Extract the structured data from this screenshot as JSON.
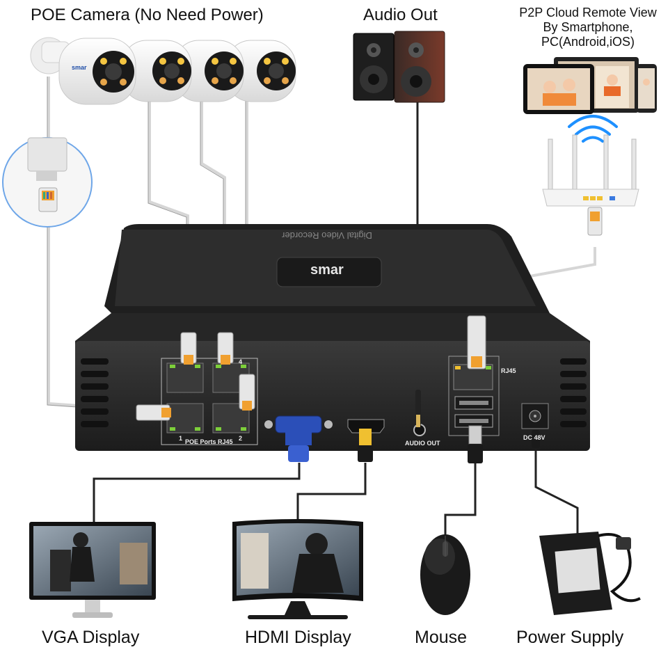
{
  "labels": {
    "poe_camera": "POE Camera (No Need Power)",
    "audio_out": "Audio Out",
    "p2p": "P2P Cloud Remote View By Smartphone, PC(Android,iOS)",
    "vga_display": "VGA Display",
    "hdmi_display": "HDMI Display",
    "mouse": "Mouse",
    "power_supply": "Power Supply"
  },
  "device": {
    "brand": "smar",
    "lid_text": "Digital Video Recorder",
    "poe_ports_label": "POE  Ports RJ45",
    "port_1": "1",
    "port_2": "2",
    "port_4": "4",
    "camera_brand": "smar",
    "rj45_label": "RJ45",
    "audio_out_label": "AUDIO OUT",
    "dc_label": "DC 48V"
  },
  "colors": {
    "nvr_body": "#2a2a2a",
    "cable": "#d8d8d8",
    "vga_blue": "#2b4fb8",
    "wifi_blue": "#1e90ff",
    "port_green": "#7dcf3a"
  }
}
